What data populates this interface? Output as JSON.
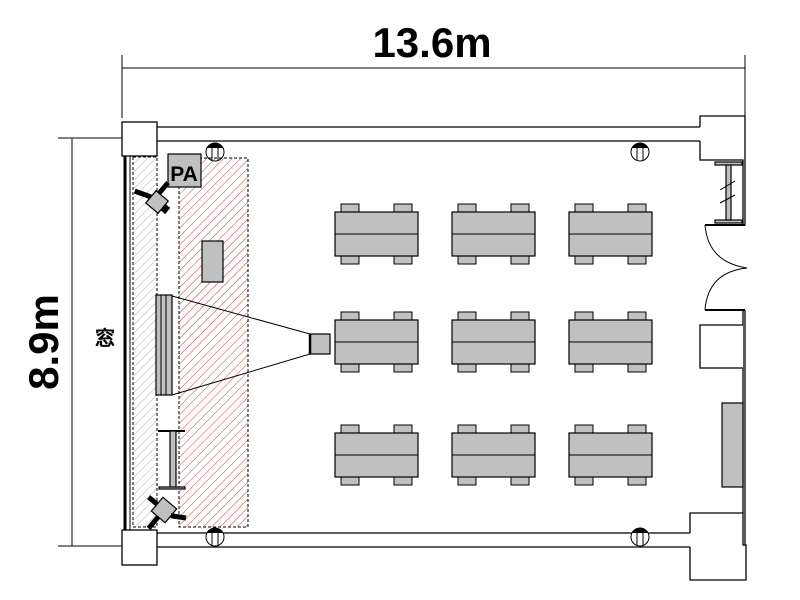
{
  "dimensions": {
    "width_label": "13.6m",
    "height_label": "8.9m"
  },
  "labels": {
    "window": "窓",
    "pa": "PA"
  },
  "colors": {
    "furniture": "#c0c0c0",
    "stage_hatch": "#c04040",
    "aisle_hatch": "#b0b0b0"
  },
  "tables": {
    "rows": 3,
    "columns": 3
  }
}
